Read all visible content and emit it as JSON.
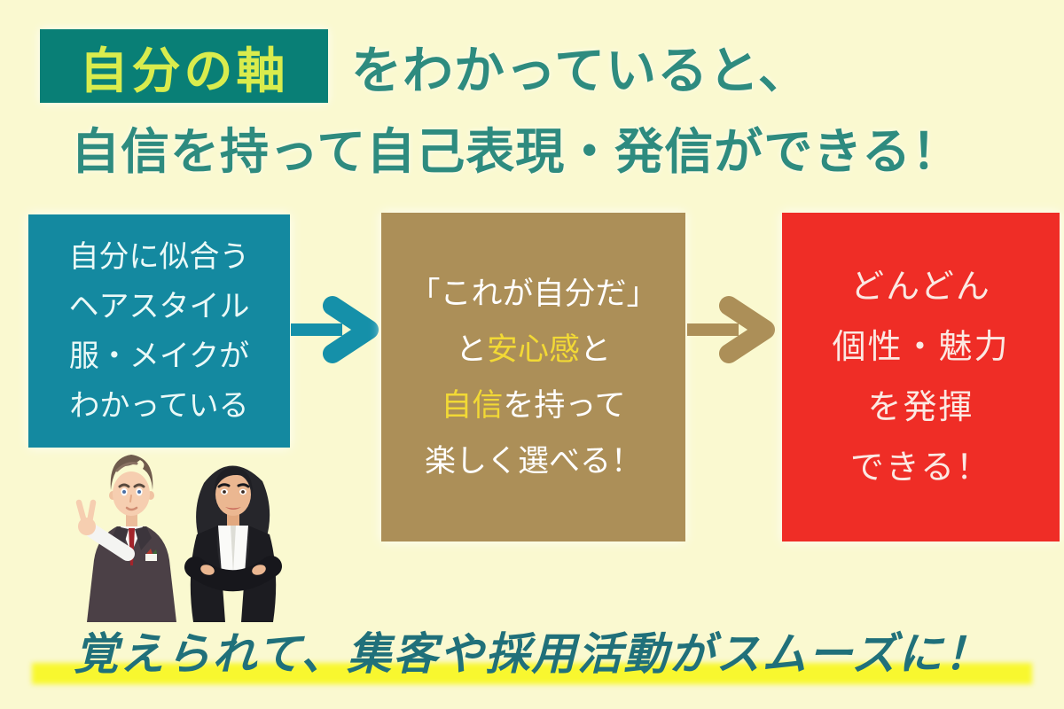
{
  "colors": {
    "page_bg": "#FAF9D0",
    "title_text": "#2E8B7F",
    "title_box_bg": "#097F76",
    "title_box_text": "#D9EC4D",
    "box1_bg": "#1489A0",
    "box1_text": "#EAF9F7",
    "box2_bg": "#AC8F58",
    "box2_text": "#FFFFFF",
    "box2_accent": "#F2D935",
    "box3_bg": "#EF2D26",
    "box3_text": "#FBE9E3",
    "arrow1": "#1590A9",
    "arrow2": "#AC8F58",
    "footer_text": "#20707A",
    "footer_highlight": "#F8F72F"
  },
  "title": {
    "highlight_text": "自分の軸",
    "line1_rest": "をわかっていると、",
    "line2": "自信を持って自己表現・発信ができる！"
  },
  "flow": {
    "boxes": [
      {
        "name": "knowing-what-suits-you",
        "lines": [
          "自分に似合う",
          "ヘアスタイル",
          "服・メイクが",
          "わかっている"
        ]
      },
      {
        "name": "confidence-and-security",
        "lines": [
          [
            {
              "t": "「これが自分だ」",
              "hl": false
            }
          ],
          [
            {
              "t": "と",
              "hl": false
            },
            {
              "t": "安心感",
              "hl": true
            },
            {
              "t": "と",
              "hl": false
            }
          ],
          [
            {
              "t": "自信",
              "hl": true
            },
            {
              "t": "を持って",
              "hl": false
            }
          ],
          [
            {
              "t": "楽しく選べる！",
              "hl": false
            }
          ]
        ]
      },
      {
        "name": "show-personality-charm",
        "lines": [
          "どんどん",
          "個性・魅力",
          "を発揮",
          "できる！"
        ]
      }
    ],
    "arrows": [
      {
        "name": "arrow-1",
        "direction": "right"
      },
      {
        "name": "arrow-2",
        "direction": "right"
      }
    ]
  },
  "illustration": {
    "description": "two-business-people",
    "man_suit": "#4B4046",
    "man_hair": "#6F5B4D",
    "man_tie": "#A3242B",
    "man_skin": "#F6CEB0",
    "woman_hair": "#26262B",
    "woman_blazer": "#1C1C21",
    "woman_skin": "#EBB791"
  },
  "footer": {
    "text": "覚えられて、集客や採用活動がスムーズに！"
  }
}
